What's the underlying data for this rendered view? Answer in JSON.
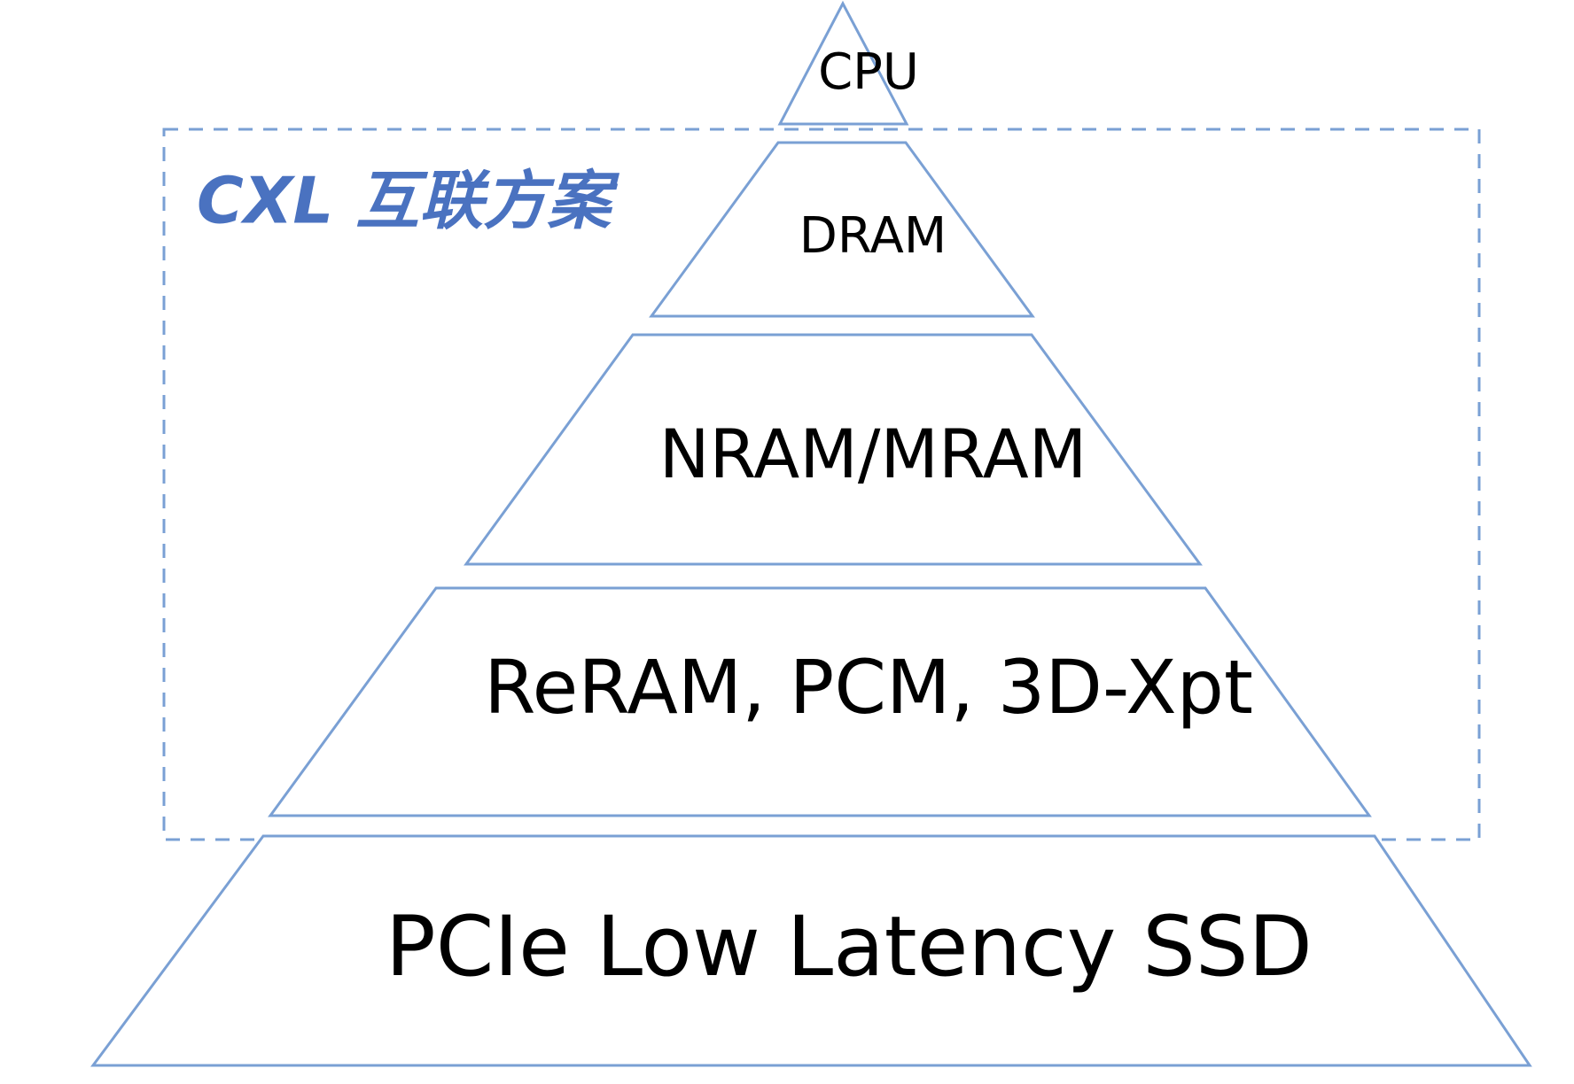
{
  "group": {
    "title": "CXL 互联方案"
  },
  "tiers": {
    "cpu": "CPU",
    "dram": "DRAM",
    "nram_mram": "NRAM/MRAM",
    "reram": "ReRAM, PCM, 3D-Xpt",
    "ssd": "PCIe Low Latency SSD"
  },
  "colors": {
    "outline": "#7aa0d4",
    "group_title": "#4a72c0",
    "text": "#000000"
  }
}
